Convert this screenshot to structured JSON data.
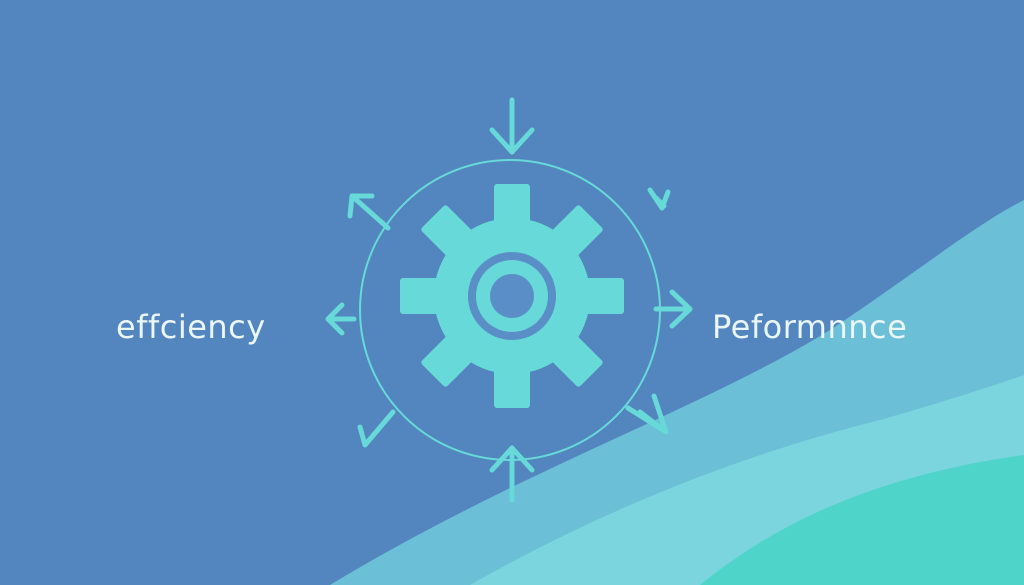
{
  "labels": {
    "left": "effciency",
    "right": "Peformnnce"
  },
  "icons": {
    "center": "gear-icon",
    "ring": "circle-outline",
    "arrows": "arrow-icon"
  },
  "colors": {
    "background": "#5385be",
    "wave_light": "#6bc2d6",
    "wave_mid": "#79d6df",
    "wave_bright": "#4fd3c9",
    "accent": "#66d9d8",
    "text": "#eaf6f8"
  }
}
